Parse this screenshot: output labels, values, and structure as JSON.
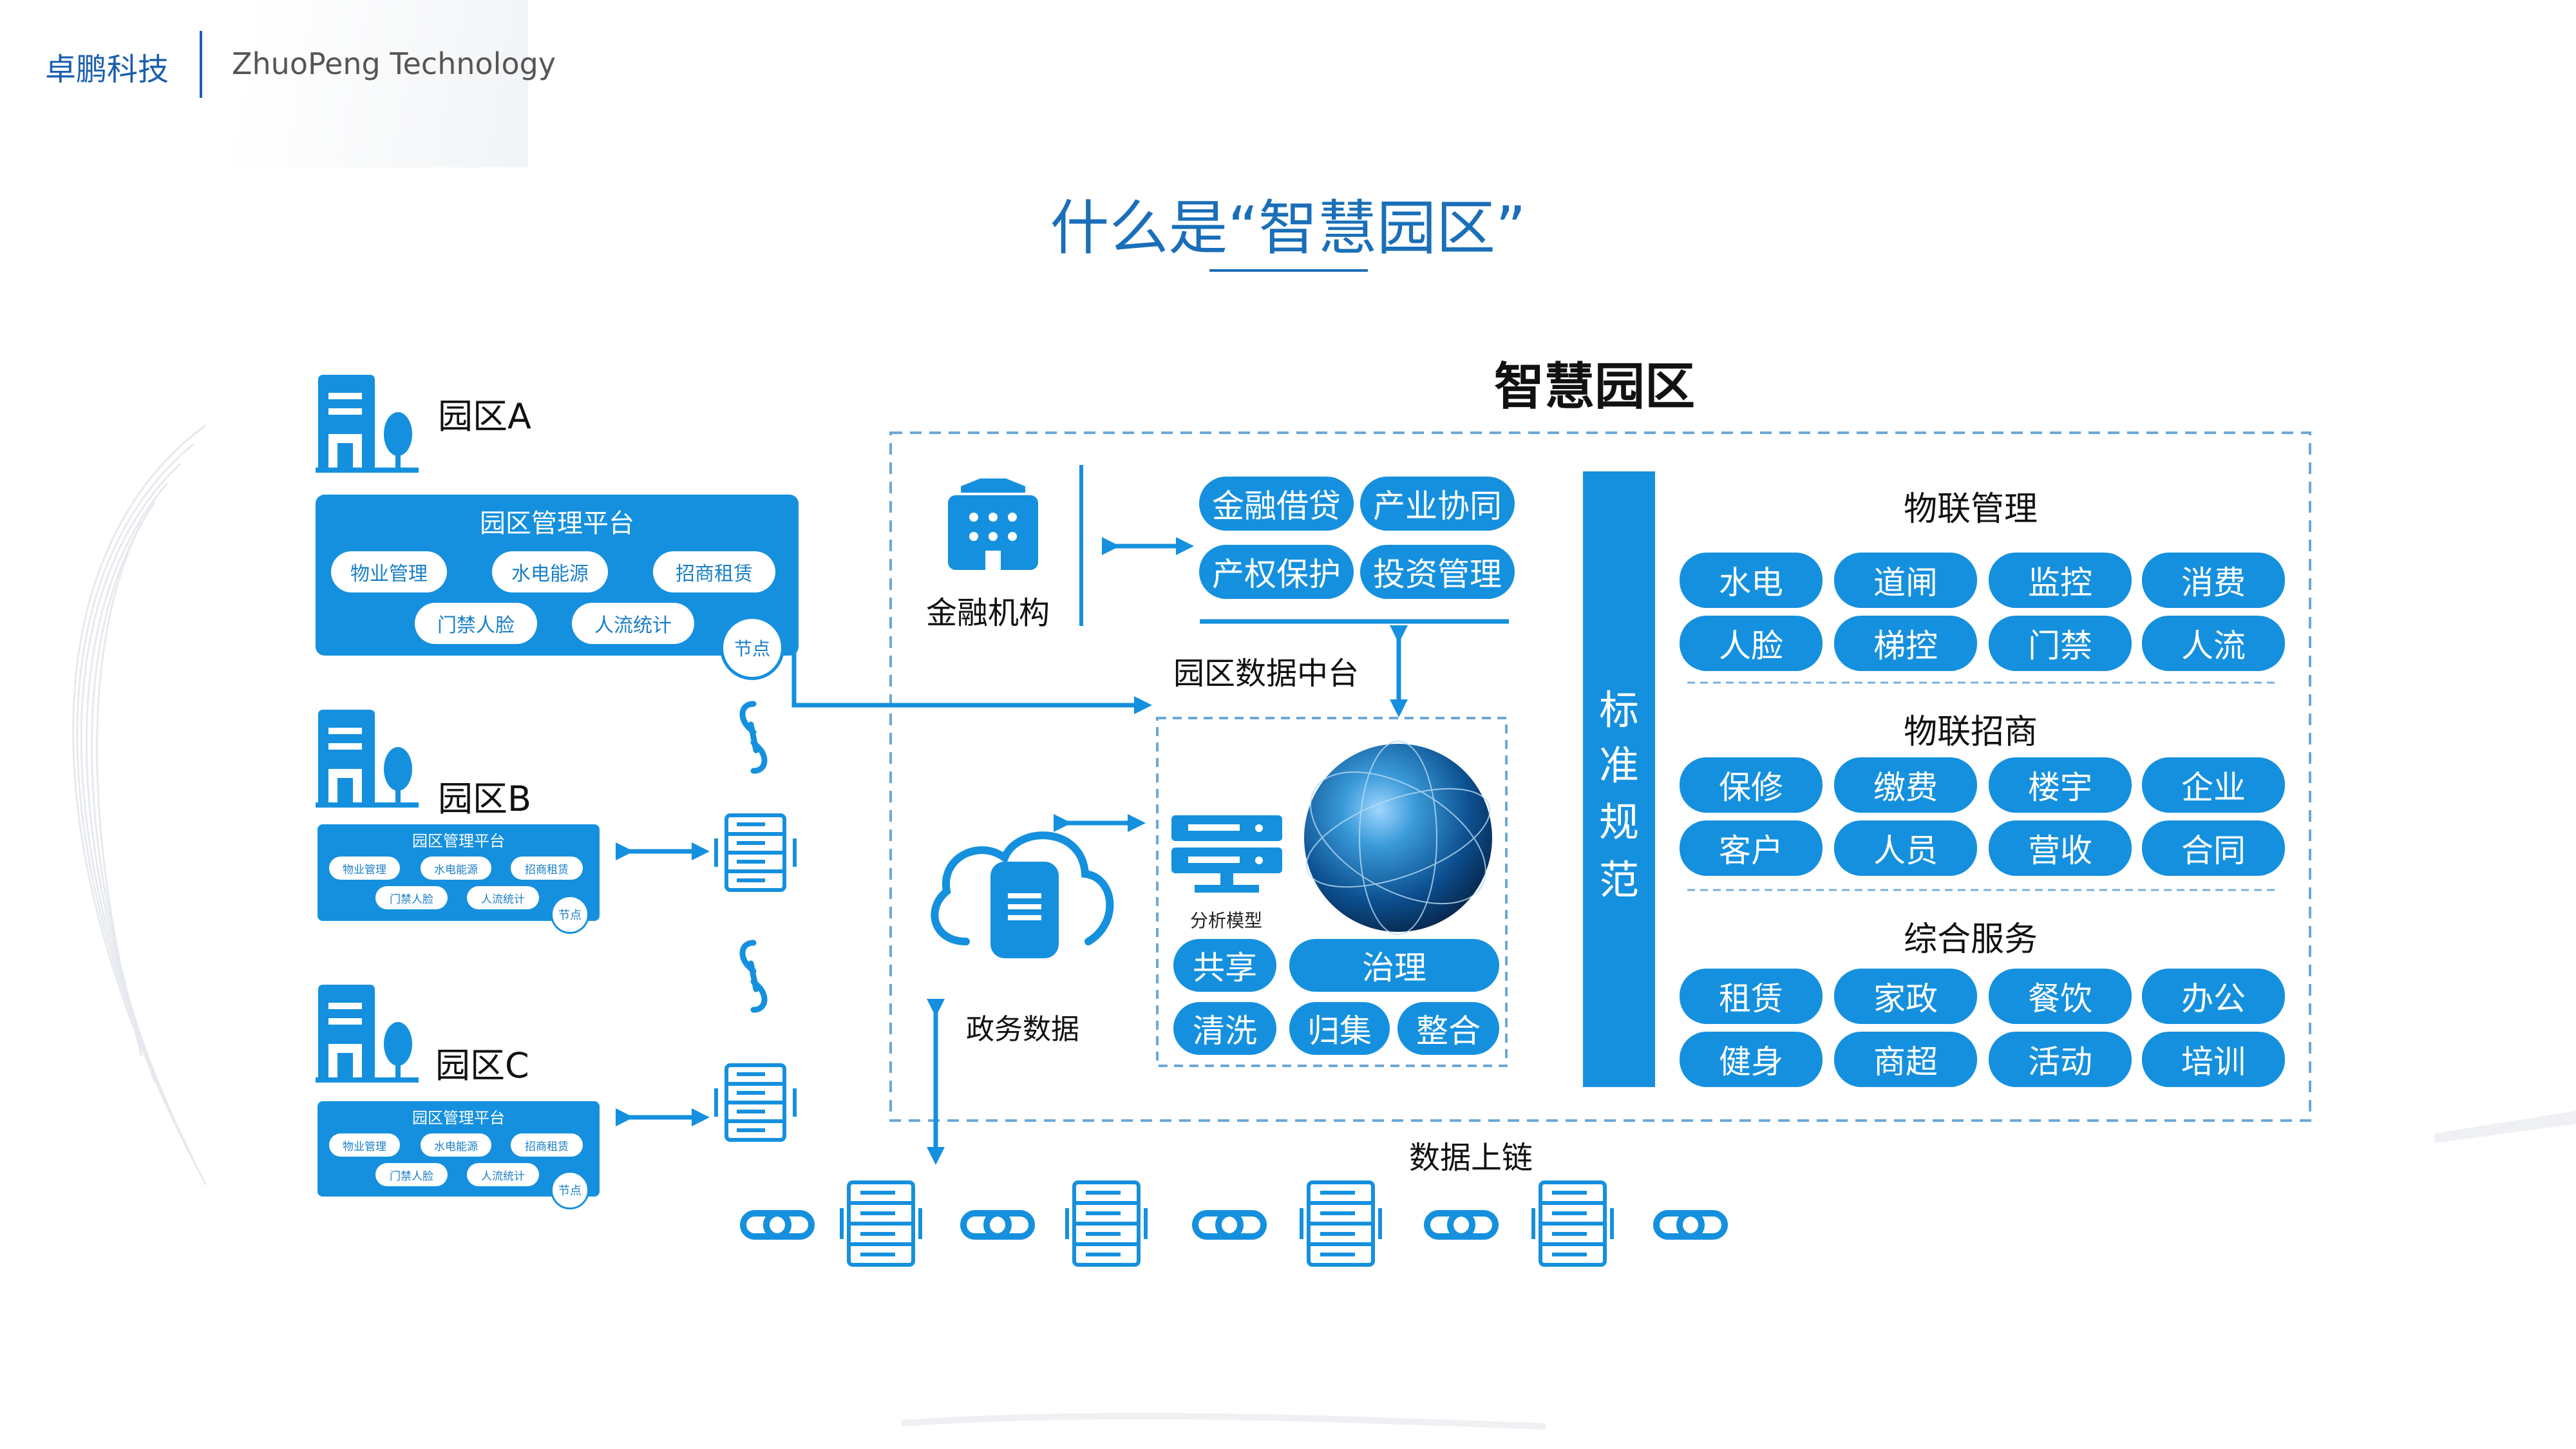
{
  "brand": {
    "cn": "卓鹏科技",
    "en": "ZhuoPeng Technology"
  },
  "page_title": "什么是“智慧园区”",
  "smart_park_title": "智慧园区",
  "parks": [
    {
      "name": "园区A",
      "platform": "园区管理平台",
      "items": [
        "物业管理",
        "水电能源",
        "招商租赁",
        "门禁人脸",
        "人流统计"
      ],
      "node": "节点"
    },
    {
      "name": "园区B",
      "platform": "园区管理平台",
      "items": [
        "物业管理",
        "水电能源",
        "招商租赁",
        "门禁人脸",
        "人流统计"
      ],
      "node": "节点"
    },
    {
      "name": "园区C",
      "platform": "园区管理平台",
      "items": [
        "物业管理",
        "水电能源",
        "招商租赁",
        "门禁人脸",
        "人流统计"
      ],
      "node": "节点"
    }
  ],
  "finance": {
    "label": "金融机构",
    "services": [
      "金融借贷",
      "产业协同",
      "产权保护",
      "投资管理"
    ]
  },
  "data_center": {
    "label": "园区数据中台",
    "model_label": "分析模型",
    "ops": [
      "共享",
      "治理",
      "清洗",
      "归集",
      "整合"
    ]
  },
  "gov_data": {
    "label": "政务数据"
  },
  "standard": {
    "chars": [
      "标",
      "准",
      "规",
      "范"
    ]
  },
  "iot_management": {
    "title": "物联管理",
    "items": [
      "水电",
      "道闸",
      "监控",
      "消费",
      "人脸",
      "梯控",
      "门禁",
      "人流"
    ]
  },
  "iot_investment": {
    "title": "物联招商",
    "items": [
      "保修",
      "缴费",
      "楼宇",
      "企业",
      "客户",
      "人员",
      "营收",
      "合同"
    ]
  },
  "services": {
    "title": "综合服务",
    "items": [
      "租赁",
      "家政",
      "餐饮",
      "办公",
      "健身",
      "商超",
      "活动",
      "培训"
    ]
  },
  "chain_label": "数据上链",
  "colors": {
    "accent": "#1590de",
    "title_blue": "#1a6fb8",
    "dark_text": "#111111"
  }
}
